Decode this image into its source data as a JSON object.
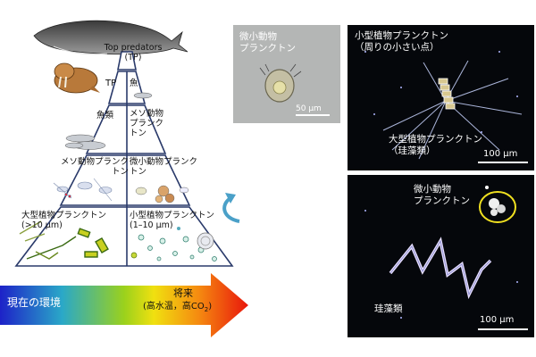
{
  "pyramid": {
    "top_predators_label": "Top predators\n(TP)",
    "tiers": [
      {
        "left": "TP",
        "right": "魚"
      },
      {
        "left": "魚類",
        "right": "メソ動物\nプランク\nトン"
      },
      {
        "left": "メソ動物プランク\nトン",
        "right": "微小動物プランク\nトン"
      },
      {
        "left": "大型植物プランクトン\n(>10 μm)",
        "right": "小型植物プランクトン\n(1–10 μm)"
      }
    ]
  },
  "arrow": {
    "left_label": "現在の環境",
    "right_title": "将来",
    "right_sub_prefix": "(高水温，高CO",
    "right_sub_subscript": "2",
    "right_sub_suffix": ")",
    "gradient_colors": [
      "#1d22c8",
      "#2aa8c8",
      "#9bd11c",
      "#f0e010",
      "#f58a10",
      "#e8160c"
    ]
  },
  "photos": {
    "micro_zoo": {
      "caption": "微小動物\nプランクトン",
      "scale": "50 μm"
    },
    "large_phyto": {
      "caption_top": "小型植物プランクトン\n（周りの小さい点）",
      "caption_bottom": "大型植物プランクトン\n（珪藻類）",
      "scale": "100 μm"
    },
    "diatom": {
      "caption_top": "微小動物\nプランクトン",
      "caption_bottom": "珪藻類",
      "scale": "100 μm"
    }
  }
}
